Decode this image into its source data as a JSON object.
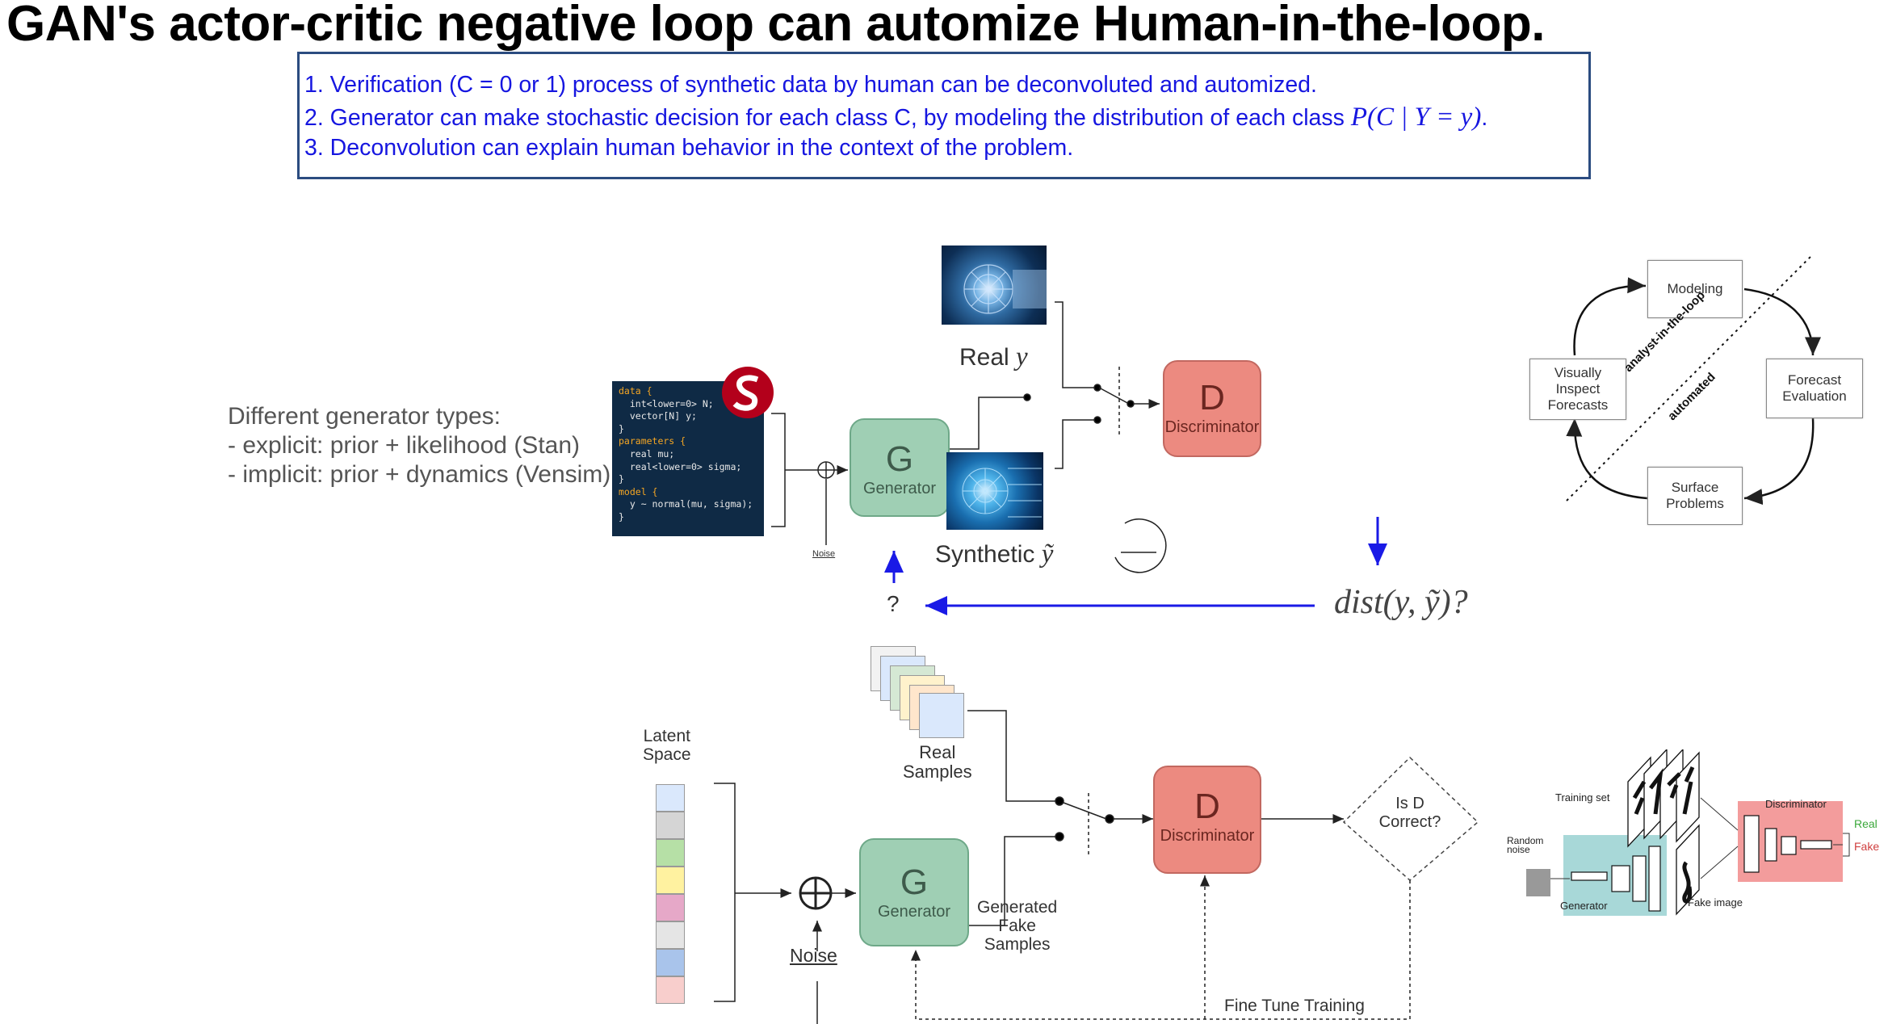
{
  "title": "GAN's actor-critic negative loop can automize Human-in-the-loop.",
  "notes": {
    "line1": "1.  Verification (C = 0 or 1) process of synthetic data by human can be deconvoluted and automized.",
    "line2_text": "2.  Generator can make stochastic decision for each class C, by modeling the distribution of each class ",
    "line2_math": "P(C | Y = y)",
    "line2_end": ".",
    "line3": "3. Deconvolution can explain human behavior in the context of the problem."
  },
  "generator_types": {
    "heading": "Different generator types:",
    "explicit": "- explicit: prior + likelihood (Stan)",
    "implicit": "- implicit: prior + dynamics (Vensim)"
  },
  "stan_code": {
    "l1": "data {",
    "l2": "  int<lower=0> N;",
    "l3": "  vector[N] y;",
    "l4": "}",
    "l5": "parameters {",
    "l6": "  real mu;",
    "l7": "  real<lower=0> sigma;",
    "l8": "}",
    "l9": "model {",
    "l10": "  y ~ normal(mu, sigma);",
    "l11": "}"
  },
  "top_diagram": {
    "noise": "Noise",
    "generator_letter": "G",
    "generator_label": "Generator",
    "discriminator_letter": "D",
    "discriminator_label": "Discriminator",
    "real_label": "Real",
    "real_symbol": "y",
    "synthetic_label": "Synthetic",
    "synthetic_symbol": "ỹ",
    "question": "?",
    "distance_expr": "dist(y, ỹ)?"
  },
  "cycle": {
    "modeling": "Modeling",
    "forecast_evaluation": "Forecast\nEvaluation",
    "surface_problems": "Surface\nProblems",
    "visually_inspect": "Visually\nInspect\nForecasts",
    "diagonal_top": "analyst-in-the-loop",
    "diagonal_bottom": "automated"
  },
  "bottom_diagram": {
    "latent_space": "Latent\nSpace",
    "noise": "Noise",
    "generator_letter": "G",
    "generator_label": "Generator",
    "discriminator_letter": "D",
    "discriminator_label": "Discriminator",
    "real_samples": "Real\nSamples",
    "fake_samples": "Generated\nFake\nSamples",
    "is_d_correct": "Is D\nCorrect?",
    "fine_tune": "Fine Tune Training",
    "latent_colors": [
      "#dae8fc",
      "#d5d5d5",
      "#b6e0a6",
      "#fff2a0",
      "#e6a8c8",
      "#e5e5e5",
      "#a9c4eb",
      "#f8cecc"
    ],
    "sample_colors": [
      "#f2f2f2",
      "#dae8fc",
      "#d5e8d4",
      "#fff2cc",
      "#ffe6cc",
      "#dae8fc"
    ]
  },
  "mini_gan": {
    "training_set": "Training set",
    "random_noise": "Random\nnoise",
    "generator": "Generator",
    "discriminator": "Discriminator",
    "fake_image": "Fake image",
    "real": "Real",
    "fake": "Fake"
  }
}
